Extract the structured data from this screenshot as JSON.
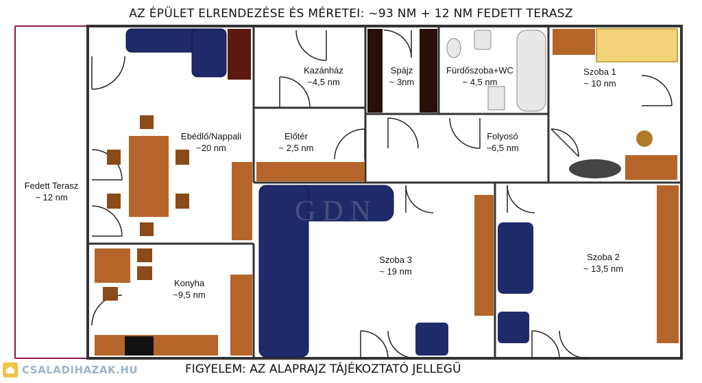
{
  "title": "AZ ÉPÜLET ELRENDEZÉSE ÉS MÉRETEI: ~93 NM + 12 NM FEDETT TERASZ",
  "footer": "FIGYELEM: AZ ALAPRAJZ TÁJÉKOZTATÓ JELLEGŰ",
  "watermark": "GDN",
  "logo": "CSALADIHAZAK.HU",
  "rooms": {
    "terrace": {
      "name": "Fedett Terasz",
      "area": "~ 12 nm"
    },
    "dining": {
      "name": "Ebédlő/Nappali",
      "area": "~20 nm"
    },
    "boiler": {
      "name": "Kazánház",
      "area": "~4,5 nm"
    },
    "pantry": {
      "name": "Spájz",
      "area": "~ 3nm"
    },
    "bathroom": {
      "name": "Fürdőszoba+WC",
      "area": "~ 4,5 nm"
    },
    "room1": {
      "name": "Szoba 1",
      "area": "~ 10 nm"
    },
    "hall": {
      "name": "Előtér",
      "area": "~ 2,5 nm"
    },
    "corridor": {
      "name": "Folyosó",
      "area": "~6,5 nm"
    },
    "kitchen": {
      "name": "Konyha",
      "area": "~9,5 nm"
    },
    "room3": {
      "name": "Szoba 3",
      "area": "~ 19 nm"
    },
    "room2": {
      "name": "Szoba 2",
      "area": "~ 13,5 nm"
    }
  },
  "colors": {
    "wall": "#333333",
    "wood": "#b5652a",
    "dark_wood": "#5a1a10",
    "sofa": "#1f2a6b",
    "terrace_line": "#8a1a3a",
    "bed": "#f3d37a"
  }
}
